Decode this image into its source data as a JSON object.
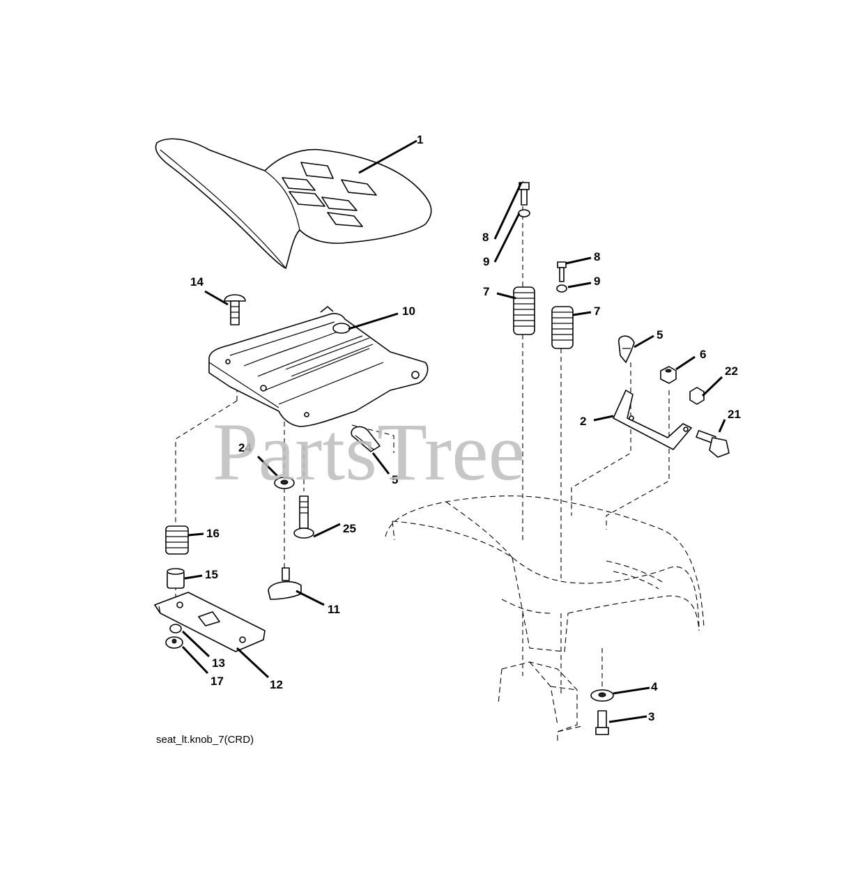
{
  "diagram": {
    "caption": "seat_lt.knob_7(CRD)",
    "watermark": "PartsTree",
    "callouts": [
      {
        "id": "c1",
        "label": "1"
      },
      {
        "id": "c2",
        "label": "2"
      },
      {
        "id": "c3",
        "label": "3"
      },
      {
        "id": "c4",
        "label": "4"
      },
      {
        "id": "c5a",
        "label": "5"
      },
      {
        "id": "c5b",
        "label": "5"
      },
      {
        "id": "c6",
        "label": "6"
      },
      {
        "id": "c7a",
        "label": "7"
      },
      {
        "id": "c7b",
        "label": "7"
      },
      {
        "id": "c8a",
        "label": "8"
      },
      {
        "id": "c8b",
        "label": "8"
      },
      {
        "id": "c9a",
        "label": "9"
      },
      {
        "id": "c9b",
        "label": "9"
      },
      {
        "id": "c10",
        "label": "10"
      },
      {
        "id": "c11",
        "label": "11"
      },
      {
        "id": "c12",
        "label": "12"
      },
      {
        "id": "c13",
        "label": "13"
      },
      {
        "id": "c14",
        "label": "14"
      },
      {
        "id": "c15",
        "label": "15"
      },
      {
        "id": "c16",
        "label": "16"
      },
      {
        "id": "c17",
        "label": "17"
      },
      {
        "id": "c21",
        "label": "21"
      },
      {
        "id": "c22",
        "label": "22"
      },
      {
        "id": "c24",
        "label": "24"
      },
      {
        "id": "c25",
        "label": "25"
      }
    ]
  }
}
